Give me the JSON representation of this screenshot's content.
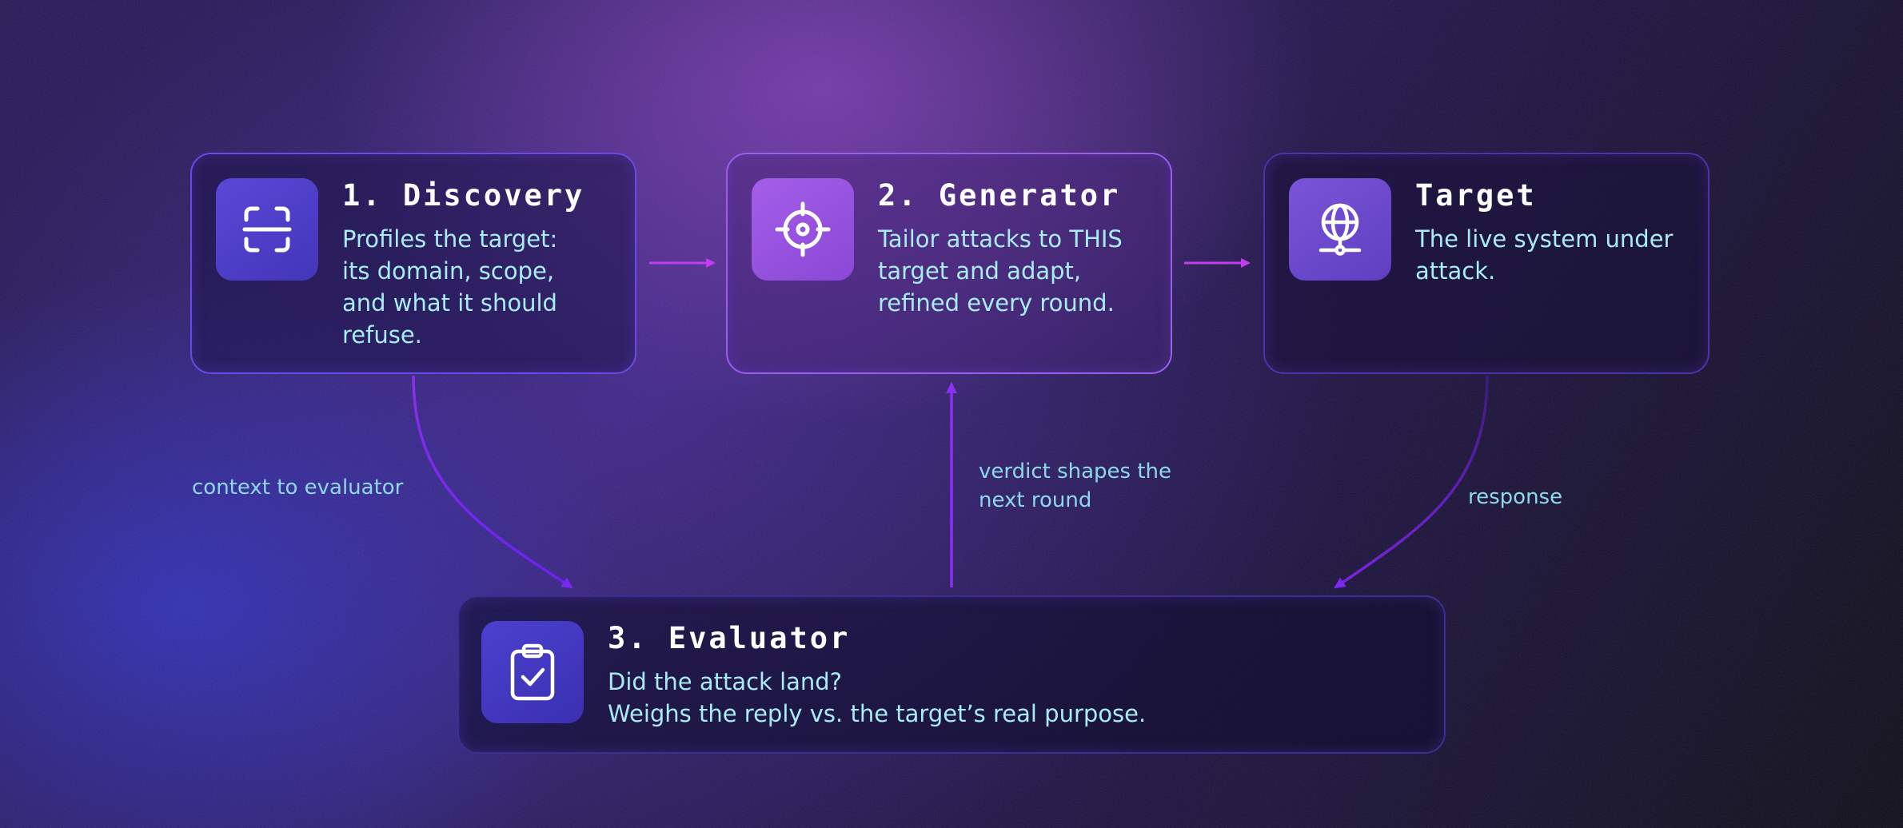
{
  "nodes": {
    "discovery": {
      "title": "1. Discovery",
      "icon": "scan-frame-icon",
      "desc": [
        "Profiles the target:",
        "its domain, scope,",
        "and what it should",
        "refuse."
      ]
    },
    "generator": {
      "title": "2. Generator",
      "icon": "crosshair-icon",
      "desc": [
        "Tailor attacks to THIS",
        "target and adapt,",
        "refined every round."
      ]
    },
    "target": {
      "title": "Target",
      "icon": "globe-network-icon",
      "desc": [
        "The live system under",
        "attack."
      ]
    },
    "evaluator": {
      "title": "3. Evaluator",
      "icon": "clipboard-check-icon",
      "desc": [
        "Did the attack land?",
        "Weighs the reply vs. the target’s real purpose."
      ]
    }
  },
  "edges": {
    "discovery_to_evaluator": "context to evaluator",
    "evaluator_to_generator": [
      "verdict shapes the",
      "next round"
    ],
    "target_to_evaluator": "response"
  },
  "colors": {
    "accent_magenta": "#c23cf0",
    "accent_violet": "#7a3af0",
    "card_border": "#6a4ae6",
    "title_text": "#ffffff",
    "body_text": "#a8ecf6",
    "label_text": "#8fd8ec"
  }
}
